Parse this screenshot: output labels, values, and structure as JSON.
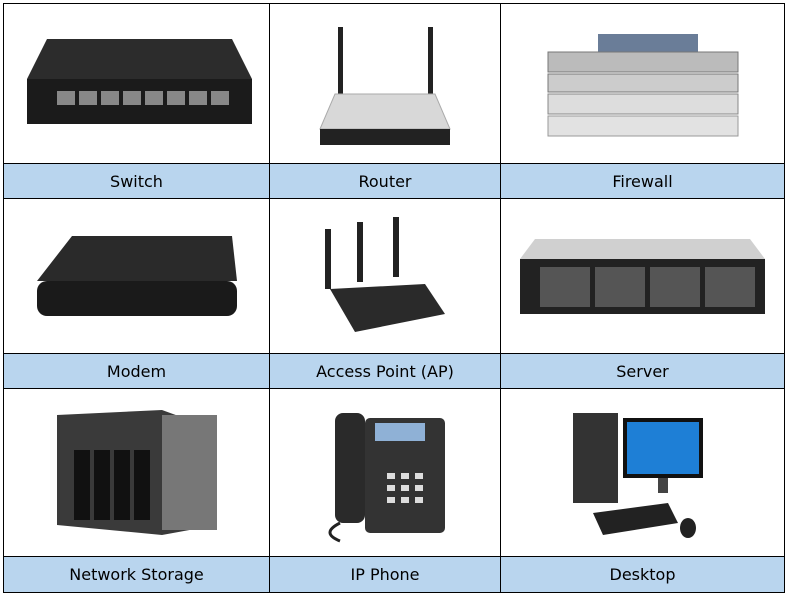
{
  "devices": [
    {
      "label": "Switch",
      "icon": "switch-icon"
    },
    {
      "label": "Router",
      "icon": "router-icon"
    },
    {
      "label": "Firewall",
      "icon": "firewall-icon"
    },
    {
      "label": "Modem",
      "icon": "modem-icon"
    },
    {
      "label": "Access Point (AP)",
      "icon": "access-point-icon"
    },
    {
      "label": "Server",
      "icon": "server-icon"
    },
    {
      "label": "Network Storage",
      "icon": "network-storage-icon"
    },
    {
      "label": "IP Phone",
      "icon": "ip-phone-icon"
    },
    {
      "label": "Desktop",
      "icon": "desktop-icon"
    }
  ],
  "colors": {
    "label_background": "#b9d5ee",
    "border": "#000000"
  }
}
